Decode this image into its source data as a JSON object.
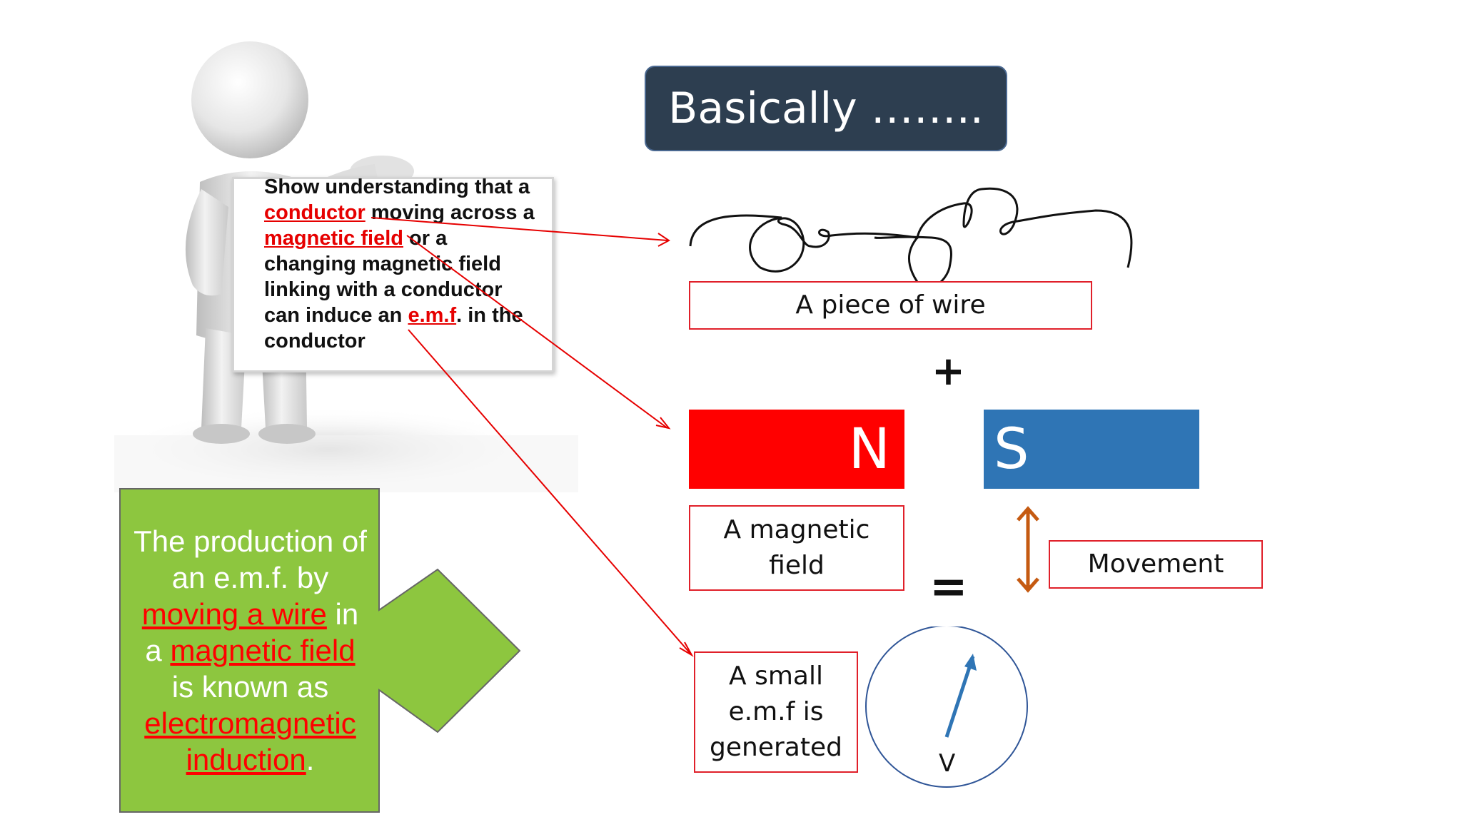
{
  "title": "Basically ……..",
  "sign": {
    "line1": "Show understanding that a",
    "conductor_word": "conductor",
    "line2_rest": " moving across a",
    "field_word": "magnetic field",
    "line3_rest": " or a",
    "line4": "changing magnetic field",
    "line5": "linking with a conductor",
    "line6_pre": "can induce an ",
    "emf_word": "e.m.f",
    "line6_post": ". in the",
    "line7": "conductor"
  },
  "labels": {
    "wire": "A piece of wire",
    "plus": "+",
    "magnet_n": "N",
    "magnet_s": "S",
    "field_line1": "A magnetic",
    "field_line2": "field",
    "equals": "=",
    "movement": "Movement",
    "emf_line1": "A  small",
    "emf_line2": "e.m.f is",
    "emf_line3": "generated",
    "voltmeter": "V"
  },
  "definition": {
    "l1": "The production of",
    "l2": "an e.m.f. by",
    "l3_red": "moving a wire",
    "l3_post": " in",
    "l4_pre": "a ",
    "l4_red": "magnetic field",
    "l5": "is known as",
    "l6_red": "electromagnetic",
    "l7_red": "induction",
    "l7_post": "."
  },
  "colors": {
    "title_bg": "#2d3e50",
    "magnet_n": "#ff0000",
    "magnet_s": "#2f75b5",
    "green_arrow": "#8dc63f",
    "label_border": "#e0202a",
    "pointer_red": "#e60000",
    "movement_arrow": "#c55a11",
    "voltmeter_needle": "#2f75b5"
  }
}
